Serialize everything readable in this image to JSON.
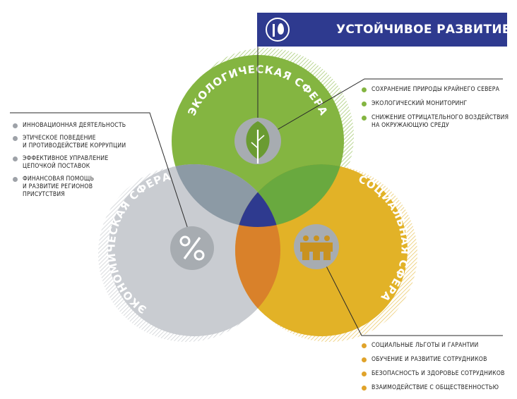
{
  "title": "УСТОЙЧИВОЕ РАЗВИТИЕ",
  "spheres": {
    "ecological": {
      "label": "ЭКОЛОГИЧЕСКАЯ СФЕРА",
      "color": "#84b541",
      "icon": "leaf-icon",
      "items": [
        {
          "lines": [
            "СОХРАНЕНИЕ ПРИРОДЫ КРАЙНЕГО СЕВЕРА"
          ]
        },
        {
          "lines": [
            "ЭКОЛОГИЧЕСКИЙ МОНИТОРИНГ"
          ]
        },
        {
          "lines": [
            "СНИЖЕНИЕ ОТРИЦАТЕЛЬНОГО ВОЗДЕЙСТВИЯ",
            "НА ОКРУЖАЮЩУЮ СРЕДУ"
          ]
        }
      ]
    },
    "economic": {
      "label": "ЭКОНОМИЧЕСКАЯ СФЕРА",
      "color": "#c9ccd1",
      "icon": "percent-icon",
      "items": [
        {
          "lines": [
            "ИННОВАЦИОННАЯ ДЕЯТЕЛЬНОСТЬ"
          ]
        },
        {
          "lines": [
            "ЭТИЧЕСКОЕ ПОВЕДЕНИЕ",
            "И ПРОТИВОДЕЙСТВИЕ КОРРУПЦИИ"
          ]
        },
        {
          "lines": [
            "ЭФФЕКТИВНОЕ УПРАВЛЕНИЕ",
            "ЦЕПОЧКОЙ ПОСТАВОК"
          ]
        },
        {
          "lines": [
            "ФИНАНСОВАЯ ПОМОЩЬ",
            "И РАЗВИТИЕ РЕГИОНОВ",
            "ПРИСУТСТВИЯ"
          ]
        }
      ]
    },
    "social": {
      "label": "СОЦИАЛЬНАЯ СФЕРА",
      "color": "#e2b227",
      "icon": "people-icon",
      "items": [
        {
          "lines": [
            "СОЦИАЛЬНЫЕ ЛЬГОТЫ И ГАРАНТИИ"
          ]
        },
        {
          "lines": [
            "ОБУЧЕНИЕ И РАЗВИТИЕ СОТРУДНИКОВ"
          ]
        },
        {
          "lines": [
            "БЕЗОПАСНОСТЬ И ЗДОРОВЬЕ СОТРУДНИКОВ"
          ]
        },
        {
          "lines": [
            "ВЗАИМОДЕЙСТВИЕ С ОБЩЕСТВЕННОСТЬЮ"
          ]
        }
      ]
    }
  },
  "colors": {
    "title_band": "#2e3a8f",
    "overlap_eco_econ": "#8c9aa5",
    "overlap_eco_social": "#69a93f",
    "overlap_econ_social": "#d9812a",
    "overlap_center": "#2e3a8f",
    "bullet_ecological": "#84b541",
    "bullet_economic": "#9ea2a8",
    "bullet_social": "#e0a32a",
    "icon_circle": "#a7acb1"
  }
}
